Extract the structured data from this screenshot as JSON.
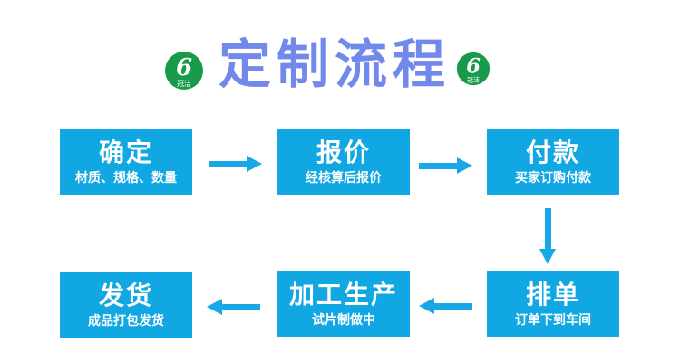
{
  "page": {
    "background": "#ffffff",
    "title": "定制流程",
    "title_color": "#7289eb"
  },
  "logo": {
    "brand": "冠洁",
    "glyph": "6",
    "green": "#189a4b"
  },
  "flow": {
    "box_color": "#10a7e3",
    "arrow_color": "#18a8e8",
    "steps": [
      {
        "title": "确定",
        "subtitle": "材质、规格、数量"
      },
      {
        "title": "报价",
        "subtitle": "经核算后报价"
      },
      {
        "title": "付款",
        "subtitle": "买家订购付款"
      },
      {
        "title": "排单",
        "subtitle": "订单下到车间"
      },
      {
        "title": "加工生产",
        "subtitle": "试片制做中"
      },
      {
        "title": "发货",
        "subtitle": "成品打包发货"
      }
    ],
    "sequence": [
      "确定",
      "报价",
      "付款",
      "排单",
      "加工生产",
      "发货"
    ]
  }
}
